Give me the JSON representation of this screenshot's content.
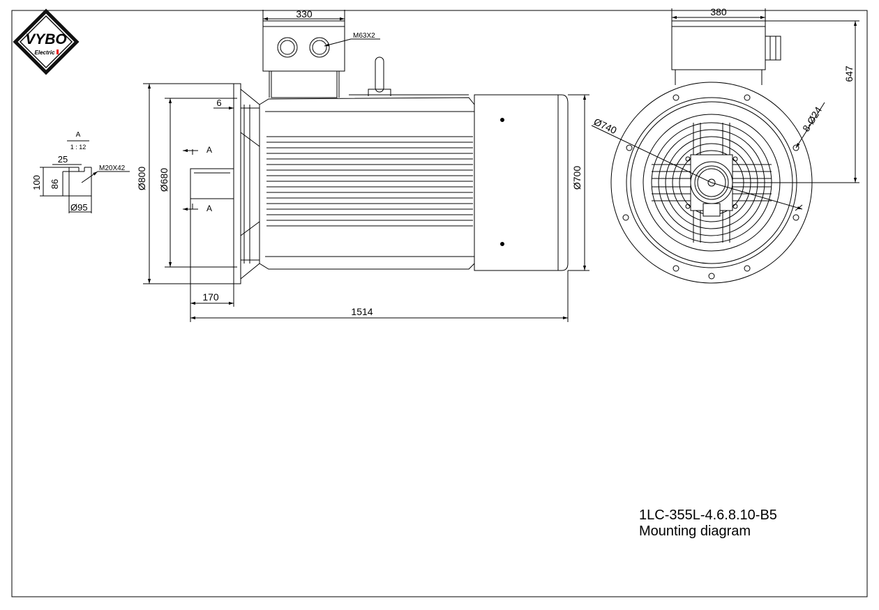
{
  "logo": {
    "brand": "VYBO",
    "sub": "Electric"
  },
  "detail": {
    "title": "A",
    "scale": "1 : 12",
    "dim_25": "25",
    "dim_100": "100",
    "dim_86": "86",
    "thread": "M20X42",
    "dim_95": "95"
  },
  "side_view": {
    "box_width": "330",
    "gland": "M63X2",
    "flange_6": "6",
    "dia_800": "800",
    "dia_680": "680",
    "dia_700": "700",
    "section_a": "A",
    "shaft_170": "170",
    "overall_1514": "1514"
  },
  "front_view": {
    "box_width": "380",
    "height_647": "647",
    "pcd_740": "740",
    "holes": "8-",
    "hole_dia": "24"
  },
  "dia_symbol": "Ø",
  "title_block": {
    "model": "1LC-355L-4.6.8.10-B5",
    "caption": "Mounting diagram"
  }
}
